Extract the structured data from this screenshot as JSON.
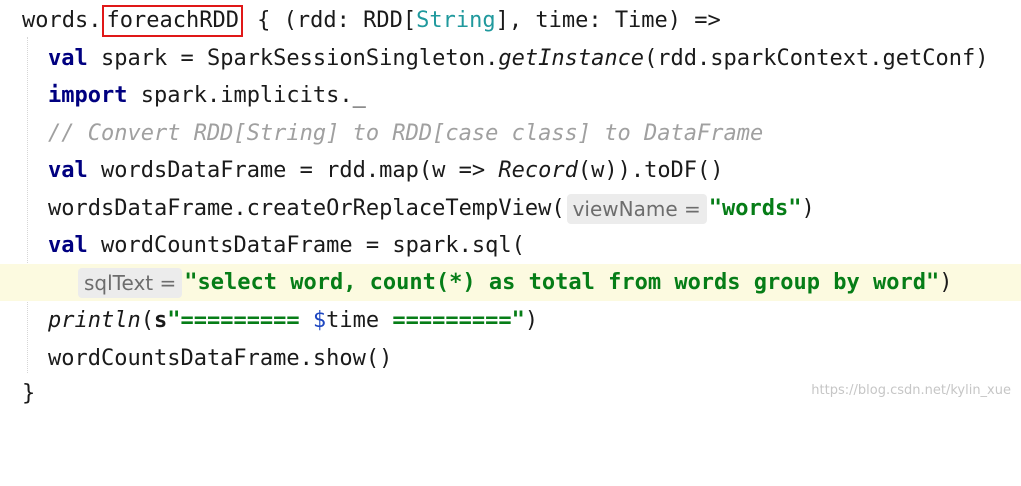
{
  "code": {
    "l1": {
      "a": "words.",
      "method": "foreachRDD",
      "b": " { (rdd: RDD[",
      "type": "String",
      "c": "], time: Time) =>"
    },
    "l2": {
      "kw": "val",
      "a": " spark = SparkSessionSingleton.",
      "call": "getInstance",
      "b": "(rdd.sparkContext.getConf)"
    },
    "l3": {
      "kw": "import",
      "a": " spark.implicits._"
    },
    "l4": {
      "comment": "// Convert RDD[String] to RDD[case class] to DataFrame"
    },
    "l5": {
      "kw": "val",
      "a": " wordsDataFrame = rdd.map(w => ",
      "call": "Record",
      "b": "(w)).toDF()"
    },
    "l6": {
      "a": "wordsDataFrame.createOrReplaceTempView(",
      "hint": "viewName =",
      "str": "\"words\"",
      "b": ")"
    },
    "l7": {
      "kw": "val",
      "a": " wordCountsDataFrame = spark.sql("
    },
    "l8": {
      "hint": "sqlText =",
      "str": "\"select word, count(*) as total from words group by word\"",
      "b": ")"
    },
    "l9": {
      "call": "println",
      "a": "(",
      "prefix": "s",
      "str1": "\"========= ",
      "interp": "$",
      "var": "time",
      "str2": " =========\"",
      "b": ")"
    },
    "l10": {
      "a": "wordCountsDataFrame.show()"
    },
    "l11": {
      "a": "}"
    }
  },
  "watermark": "https://blog.csdn.net/kylin_xue",
  "colors": {
    "keyword": "#000080",
    "string": "#067d17",
    "comment": "#a0a0a0",
    "type": "#20999d",
    "highlight_box": "#e01818",
    "current_line": "#fcfae0"
  }
}
